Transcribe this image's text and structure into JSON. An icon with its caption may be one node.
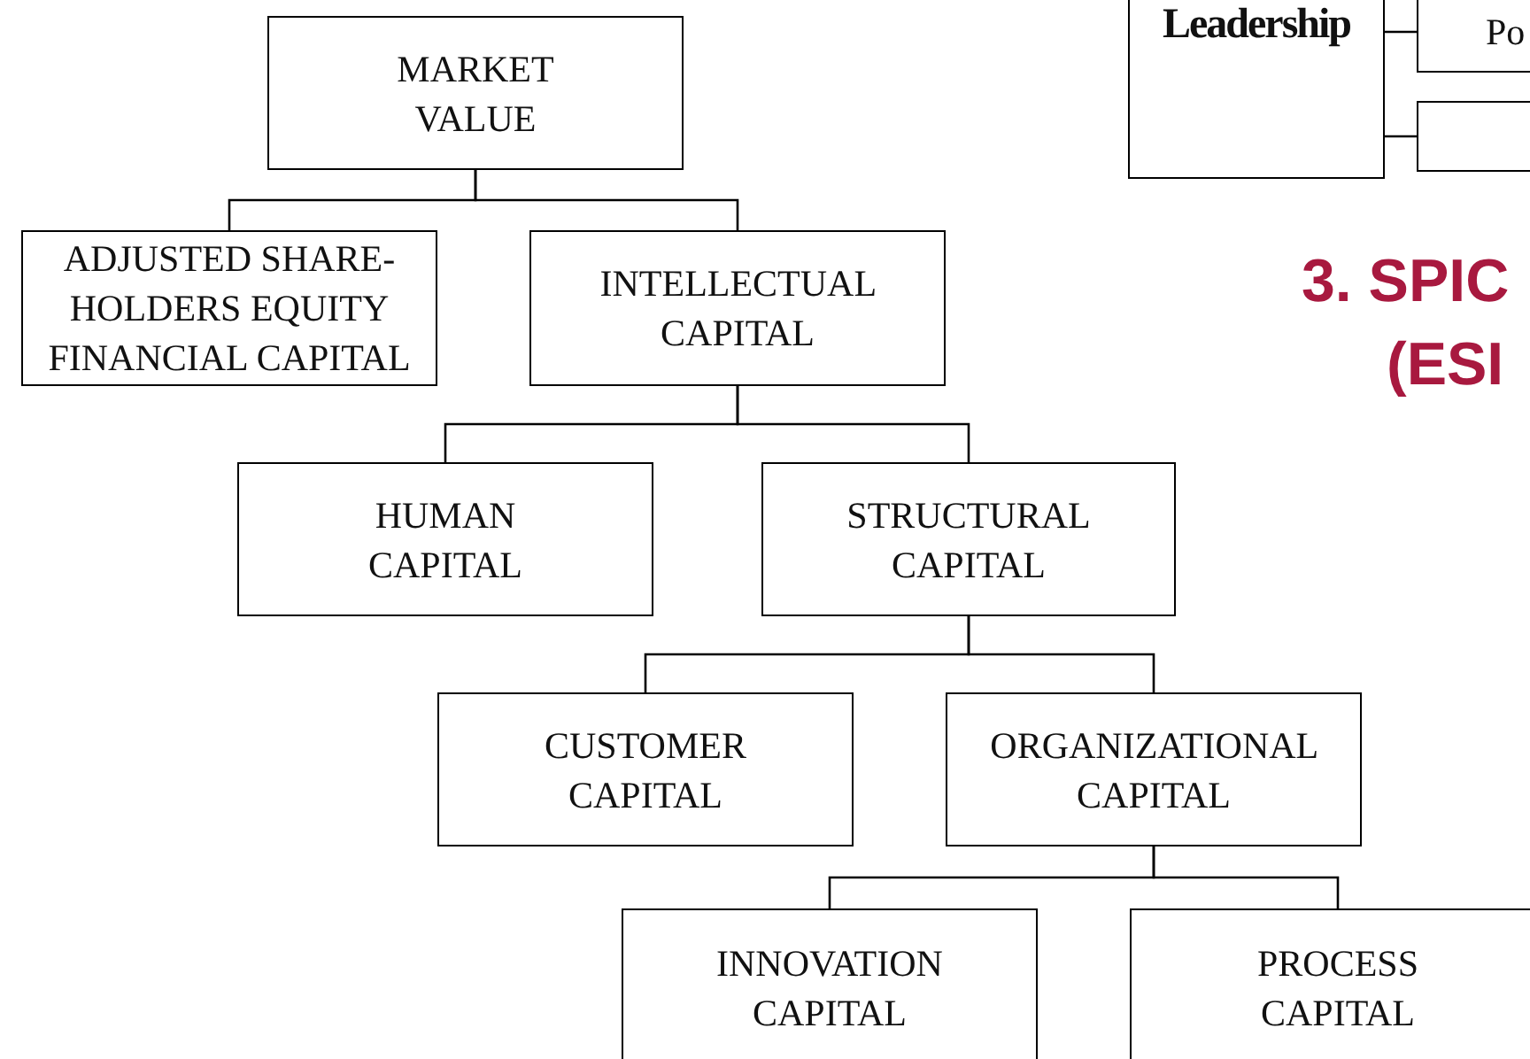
{
  "diagram": {
    "nodes": [
      {
        "text": [
          "MARKET VALUE"
        ]
      },
      {
        "text": [
          "ADJUSTED SHARE- HOLDERS EQUITY FINANCIAL CAPITAL"
        ]
      },
      {
        "text": [
          "INTELLECTUAL CAPITAL"
        ]
      },
      {
        "text": [
          "HUMAN CAPITAL"
        ]
      },
      {
        "text": [
          "STRUCTURAL CAPITAL"
        ]
      },
      {
        "text": [
          "CUSTOMER CAPITAL"
        ]
      },
      {
        "text": [
          "ORGANIZATIONAL CAPITAL"
        ]
      },
      {
        "text": [
          "INNOVATION CAPITAL"
        ]
      },
      {
        "text": [
          "PROCESS CAPITAL"
        ]
      },
      {
        "text": [
          "Leadership"
        ]
      },
      {
        "text": [
          "Po"
        ]
      },
      {
        "text": [],
        "shape": "box"
      }
    ],
    "edges": [
      {
        "from": 0,
        "to": 1,
        "arrow": "none"
      },
      {
        "from": 0,
        "to": 2,
        "arrow": "none"
      },
      {
        "from": 2,
        "to": 3,
        "arrow": "none"
      },
      {
        "from": 2,
        "to": 4,
        "arrow": "none"
      },
      {
        "from": 4,
        "to": 5,
        "arrow": "none"
      },
      {
        "from": 4,
        "to": 6,
        "arrow": "none"
      },
      {
        "from": 6,
        "to": 7,
        "arrow": "none"
      },
      {
        "from": 6,
        "to": 8,
        "arrow": "none"
      },
      {
        "from": 9,
        "to": 10,
        "arrow": "none"
      },
      {
        "from": 9,
        "to": 11,
        "arrow": "none"
      }
    ],
    "labels": [
      "3. SPIC",
      "(ESI"
    ]
  }
}
